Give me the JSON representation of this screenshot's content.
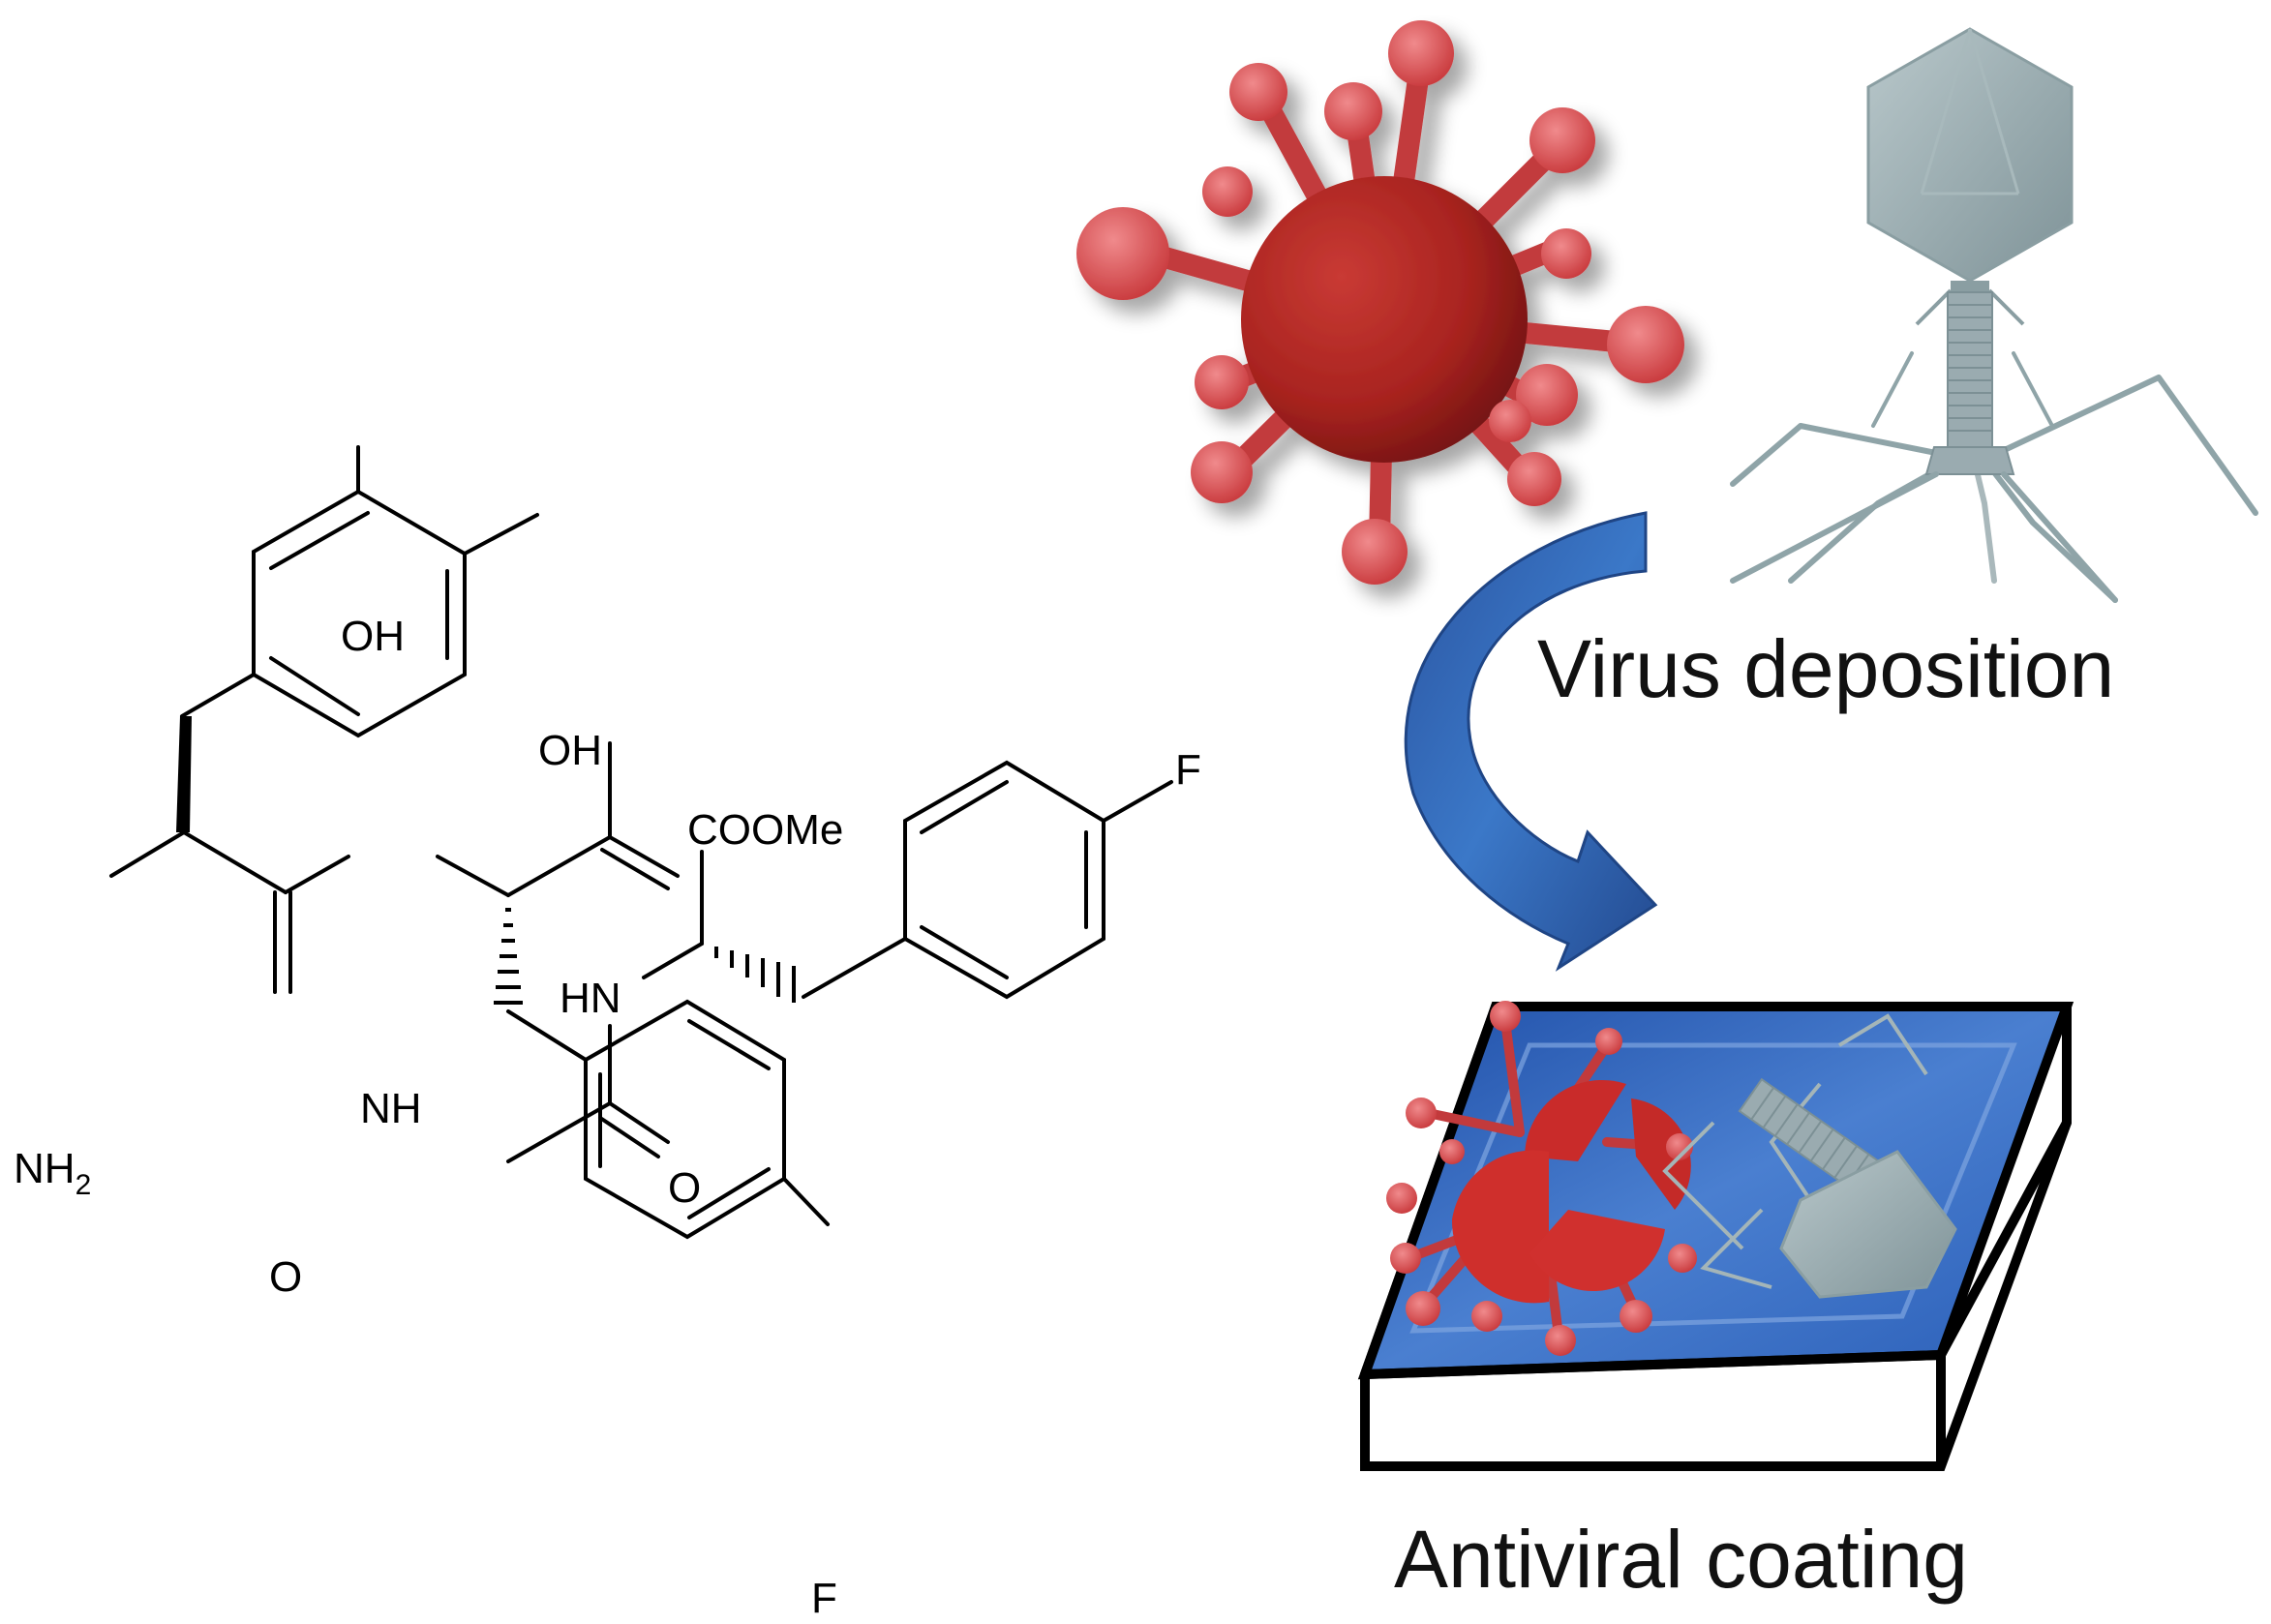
{
  "molecule": {
    "labels": {
      "oh_top": "OH",
      "oh_right": "OH",
      "nh2": "NH",
      "nh2_sub": "2",
      "nh_1": "NH",
      "o_1": "O",
      "o_2": "O",
      "hn": "HN",
      "coome": "COOMe",
      "f_top": "F",
      "f_bottom": "F"
    }
  },
  "captions": {
    "virus_deposition": "Virus deposition",
    "antiviral_coating": "Antiviral coating"
  },
  "colors": {
    "virus_red": "#b42a25",
    "spike_red": "#d9484a",
    "phage_gray": "#9aabb0",
    "arrow_blue": "#2c5aa0",
    "coating_blue": "#3d6fc4"
  },
  "icons": [
    "coronavirus-icon",
    "bacteriophage-icon",
    "curved-arrow-icon",
    "coated-surface-icon"
  ]
}
